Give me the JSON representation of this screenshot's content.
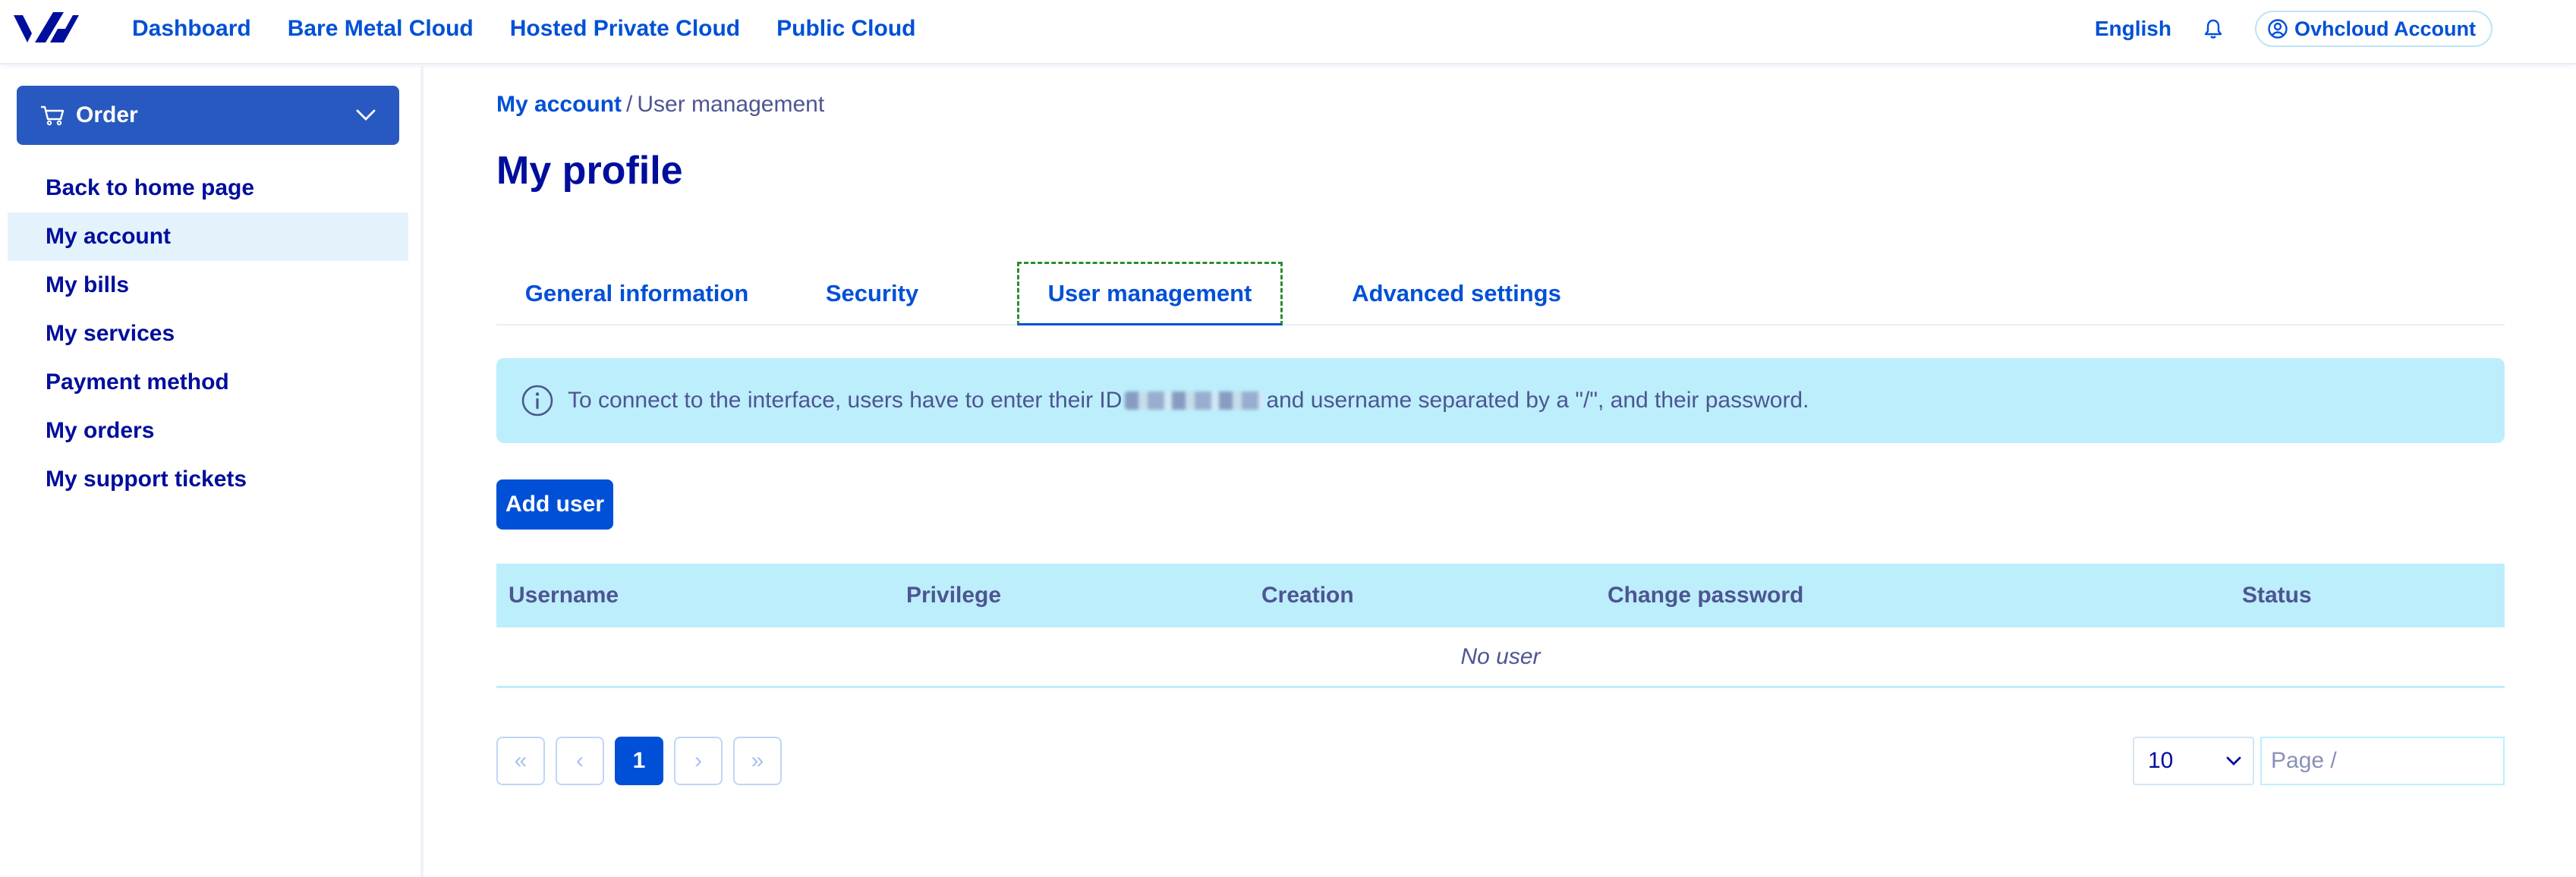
{
  "topnav": {
    "items": [
      "Dashboard",
      "Bare Metal Cloud",
      "Hosted Private Cloud",
      "Public Cloud"
    ],
    "language": "English",
    "account": "Ovhcloud Account"
  },
  "sidebar": {
    "order_label": "Order",
    "items": [
      {
        "label": "Back to home page",
        "active": false
      },
      {
        "label": "My account",
        "active": true
      },
      {
        "label": "My bills",
        "active": false
      },
      {
        "label": "My services",
        "active": false
      },
      {
        "label": "Payment method",
        "active": false
      },
      {
        "label": "My orders",
        "active": false
      },
      {
        "label": "My support tickets",
        "active": false
      }
    ]
  },
  "breadcrumb": {
    "parent": "My account",
    "separator": "/",
    "current": "User management"
  },
  "page_title": "My profile",
  "tabs": [
    {
      "label": "General information",
      "selected": false
    },
    {
      "label": "Security",
      "selected": false
    },
    {
      "label": "User management",
      "selected": true
    },
    {
      "label": "Advanced settings",
      "selected": false
    }
  ],
  "info": {
    "before": "To connect to the interface, users have to enter their ID",
    "after": "and username separated by a \"/\", and their password."
  },
  "add_user_label": "Add user",
  "table": {
    "columns": [
      "Username",
      "Privilege",
      "Creation",
      "Change password",
      "Status"
    ],
    "empty_text": "No user"
  },
  "pagination": {
    "first": "«",
    "prev": "‹",
    "current": "1",
    "next": "›",
    "last": "»",
    "per_page": "10",
    "page_placeholder": "Page  /"
  },
  "colors": {
    "brand": "#0050d7",
    "navy": "#000e9c",
    "info_bg": "#bdeefb"
  }
}
